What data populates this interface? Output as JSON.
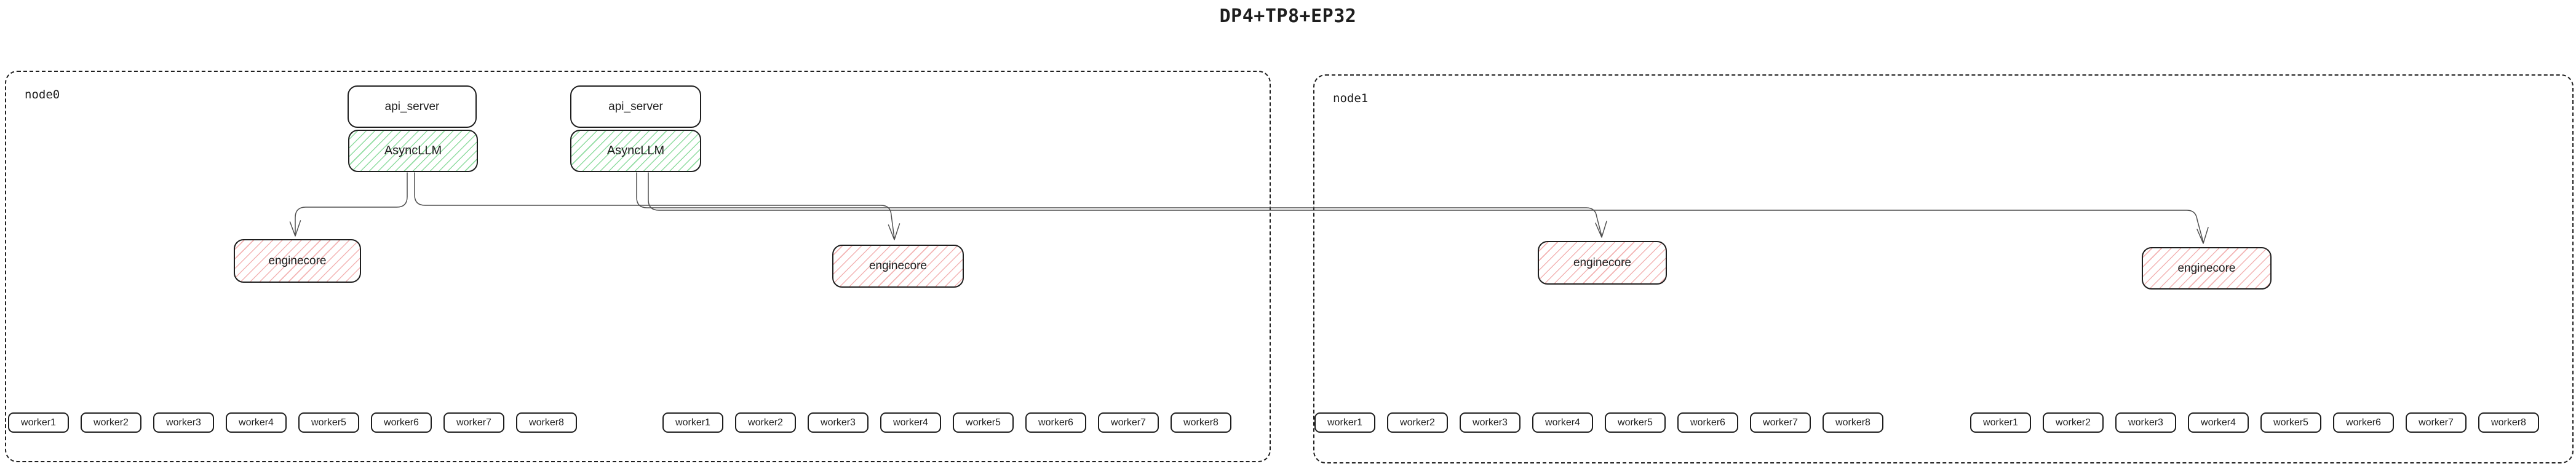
{
  "title": "DP4+TP8+EP32",
  "colors": {
    "stroke": "#1e1e1e",
    "connector": "#4f4f4f",
    "asyncllm_hatch": "#8fdca0",
    "enginecore_hatch": "#f3b3b3",
    "background": "#ffffff"
  },
  "nodes": [
    {
      "label": "node0",
      "servers": [
        {
          "api": "api_server",
          "llm": "AsyncLLM"
        },
        {
          "api": "api_server",
          "llm": "AsyncLLM"
        }
      ],
      "enginecores": [
        "enginecore",
        "enginecore"
      ],
      "worker_groups": [
        [
          "worker1",
          "worker2",
          "worker3",
          "worker4",
          "worker5",
          "worker6",
          "worker7",
          "worker8"
        ],
        [
          "worker1",
          "worker2",
          "worker3",
          "worker4",
          "worker5",
          "worker6",
          "worker7",
          "worker8"
        ]
      ]
    },
    {
      "label": "node1",
      "servers": [],
      "enginecores": [
        "enginecore",
        "enginecore"
      ],
      "worker_groups": [
        [
          "worker1",
          "worker2",
          "worker3",
          "worker4",
          "worker5",
          "worker6",
          "worker7",
          "worker8"
        ],
        [
          "worker1",
          "worker2",
          "worker3",
          "worker4",
          "worker5",
          "worker6",
          "worker7",
          "worker8"
        ]
      ]
    }
  ]
}
